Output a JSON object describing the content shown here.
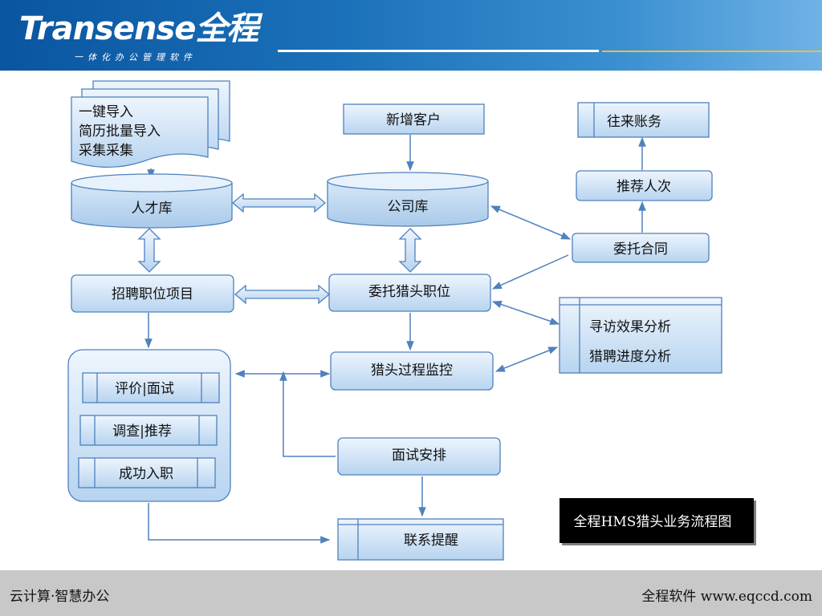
{
  "header": {
    "logo": "Transense全程",
    "tagline": "一体化办公管理软件"
  },
  "diagram": {
    "import_lines": [
      "一键导入",
      "简历批量导入",
      "采集采集"
    ],
    "talent_db": "人才库",
    "new_customer": "新增客户",
    "company_db": "公司库",
    "accounts": "往来账务",
    "recommend_count": "推荐人次",
    "contract": "委托合同",
    "recruit_project": "招聘职位项目",
    "headhunt_position": "委托猎头职位",
    "analysis_lines": [
      "寻访效果分析",
      "猎聘进度分析"
    ],
    "process_monitor": "猎头过程监控",
    "evaluate": "评价|面试",
    "investigate": "调查|推荐",
    "onboard": "成功入职",
    "interview_arrange": "面试安排",
    "reminder": "联系提醒",
    "caption": "全程HMS猎头业务流程图"
  },
  "footer": {
    "left": "云计算·智慧办公",
    "right": "全程软件 www.eqccd.com"
  }
}
